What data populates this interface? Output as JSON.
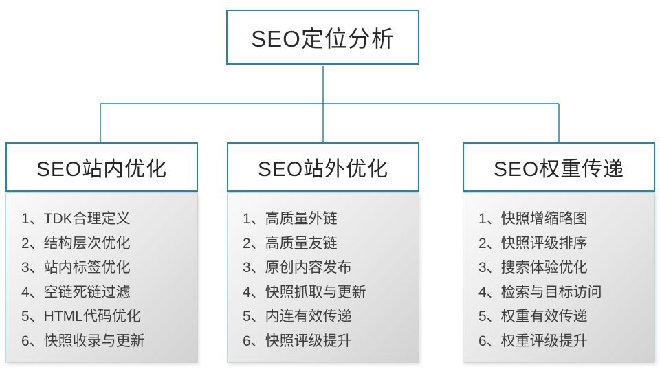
{
  "root": {
    "title": "SEO定位分析"
  },
  "columns": [
    {
      "title": "SEO站内优化",
      "items": [
        "1、TDK合理定义",
        "2、结构层次优化",
        "3、站内标签优化",
        "4、空链死链过滤",
        "5、HTML代码优化",
        "6、快照收录与更新"
      ]
    },
    {
      "title": "SEO站外优化",
      "items": [
        "1、高质量外链",
        "2、高质量友链",
        "3、原创内容发布",
        "4、快照抓取与更新",
        "5、内连有效传递",
        "6、快照评级提升"
      ]
    },
    {
      "title": "SEO权重传递",
      "items": [
        "1、快照增缩略图",
        "2、快照评级排序",
        "3、搜索体验优化",
        "4、检索与目标访问",
        "5、权重有效传递",
        "6、权重评级提升"
      ]
    }
  ],
  "colors": {
    "border": "#1f86b2",
    "line": "#1f86b2"
  }
}
